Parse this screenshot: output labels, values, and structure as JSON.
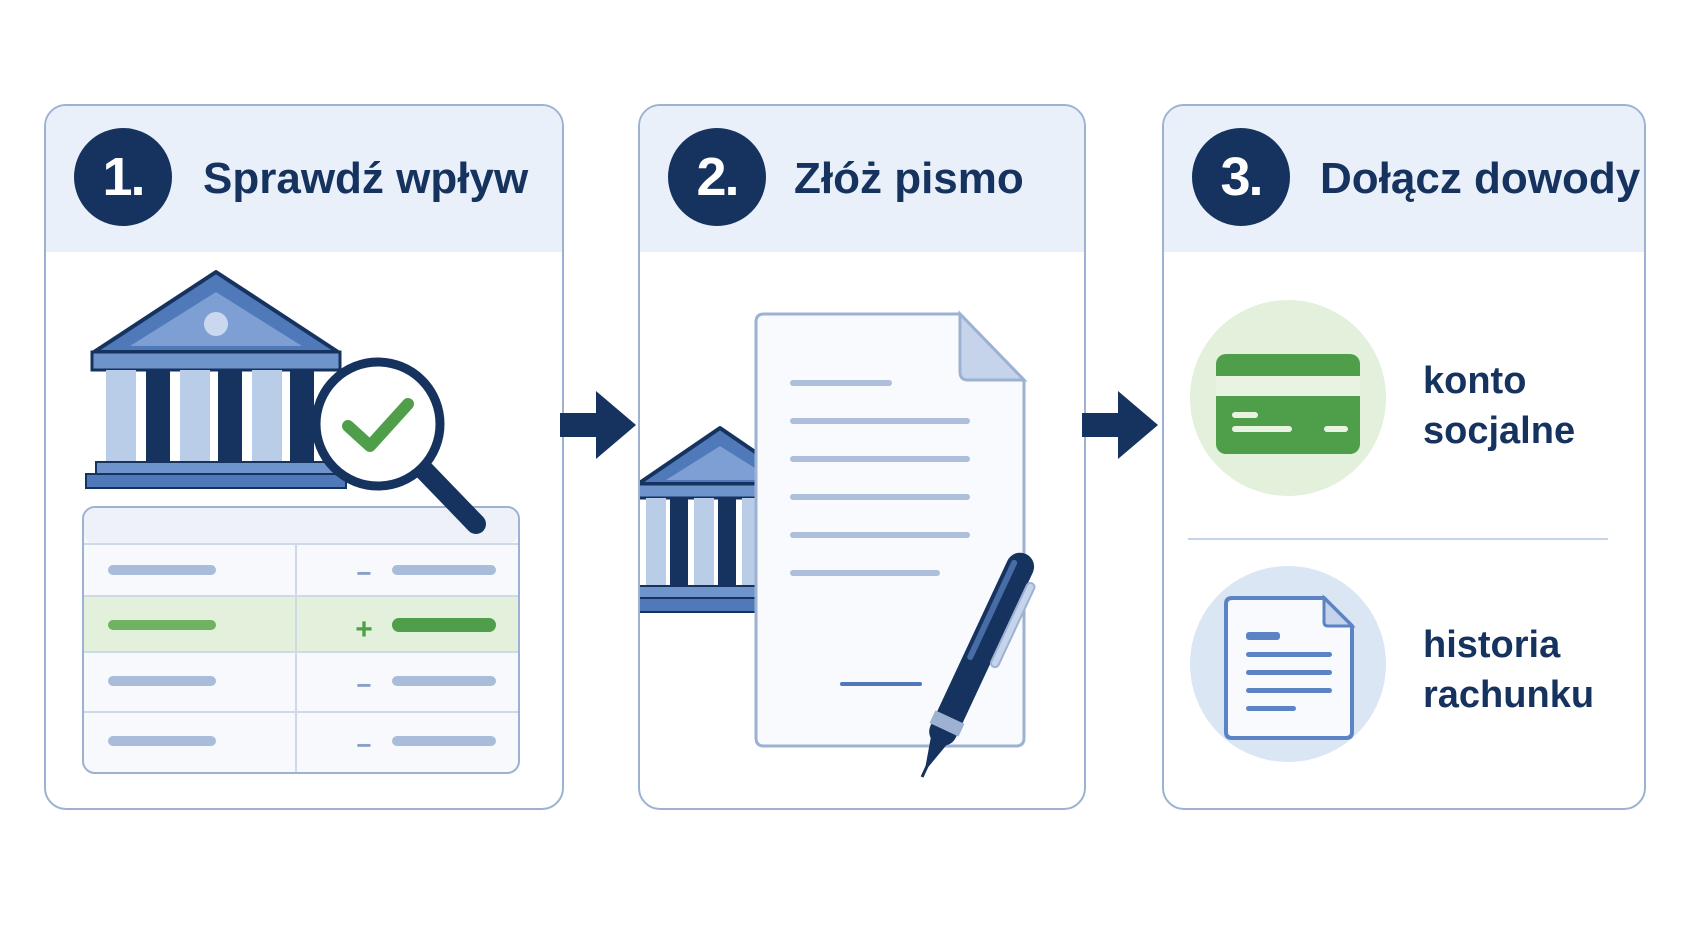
{
  "steps": [
    {
      "number": "1.",
      "title": "Sprawdź wpływ",
      "icon": "bank-with-magnifier-check-icon"
    },
    {
      "number": "2.",
      "title": "Złóż pismo",
      "icon": "document-with-pen-icon"
    },
    {
      "number": "3.",
      "title": "Dołącz dowody",
      "icon": "evidence-list-icon"
    }
  ],
  "statement_table": {
    "rows": [
      {
        "sign": "−",
        "highlighted": false
      },
      {
        "sign": "+",
        "highlighted": true
      },
      {
        "sign": "−",
        "highlighted": false
      },
      {
        "sign": "−",
        "highlighted": false
      }
    ]
  },
  "evidence": [
    {
      "label_line1": "konto",
      "label_line2": "socjalne",
      "icon": "credit-card-icon"
    },
    {
      "label_line1": "historia",
      "label_line2": "rachunku",
      "icon": "document-icon"
    }
  ],
  "colors": {
    "navy": "#16335f",
    "border": "#9db2d3",
    "header_bg": "#e9f0fa",
    "green": "#4f9e4a",
    "light_green": "#e3f0dc",
    "light_blue": "#dbe6f5",
    "mid_blue": "#5c84c4"
  }
}
